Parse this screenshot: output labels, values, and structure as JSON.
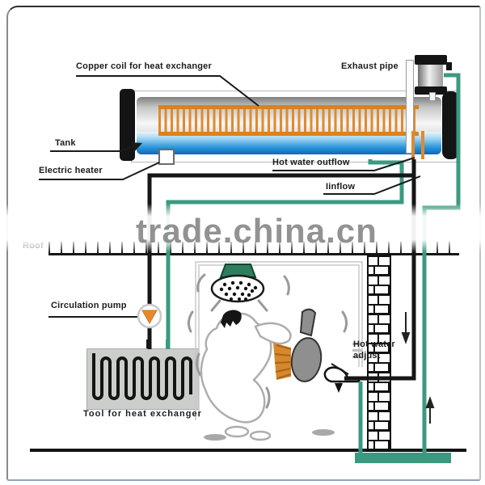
{
  "labels": {
    "copper_coil": "Copper coil for heat exchanger",
    "exhaust_pipe": "Exhaust pipe",
    "tank": "Tank",
    "electric_heater": "Electric heater",
    "hot_water_outflow": "Hot water outflow",
    "inflow": "Iinflow",
    "roof": "Roof",
    "circulation_pump": "Circulation pump",
    "tool_for_heat_exchanger": "Tool for heat exchanger",
    "hot_water_adjust": "Hot water adjust"
  },
  "watermark": "trade.china.cn",
  "colors": {
    "hot_pipe": "#161616",
    "cold_pipe": "#3a9a80",
    "copper_coil": "#e08a2c",
    "water_blue": "#2d96dd",
    "pump_triangle": "#e8882c",
    "shower_head_green": "#2e7d5e",
    "watermark_gray": "#7a7a7a"
  }
}
